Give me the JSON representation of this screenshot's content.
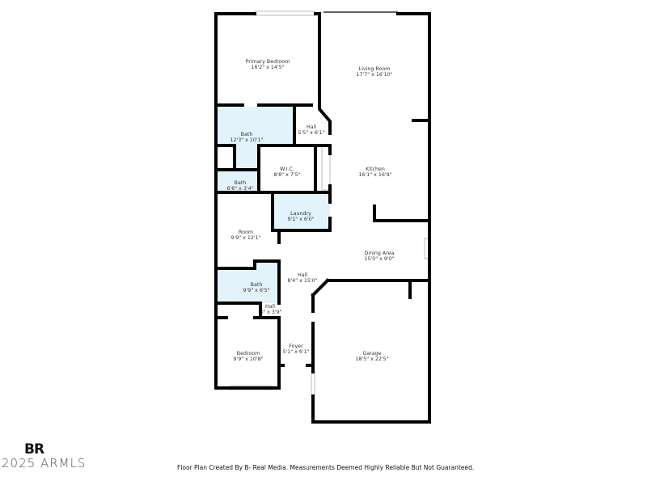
{
  "rooms": {
    "primary_bedroom": {
      "name": "Primary Bedroom",
      "size": "16'2\" x 14'5\""
    },
    "living_room": {
      "name": "Living Room",
      "size": "17'7\" x 16'10\""
    },
    "bath_primary": {
      "name": "Bath",
      "size": "12'3\" x 10'1\""
    },
    "hall_upper": {
      "name": "Hall",
      "size": "5'5\" x 6'1\""
    },
    "wic": {
      "name": "W.I.C.",
      "size": "8'8\" x 7'5\""
    },
    "kitchen": {
      "name": "Kitchen",
      "size": "16'1\" x 16'9\""
    },
    "bath_small": {
      "name": "Bath",
      "size": "6'6\" x 3'4\""
    },
    "laundry": {
      "name": "Laundry",
      "size": "9'1\" x 6'0\""
    },
    "room": {
      "name": "Room",
      "size": "9'9\" x 12'1\""
    },
    "dining": {
      "name": "Dining Area",
      "size": "15'0\" x 9'0\""
    },
    "hall_main": {
      "name": "Hall",
      "size": "8'4\" x 15'0\""
    },
    "bath_lower": {
      "name": "Bath",
      "size": "9'9\" x 6'5\""
    },
    "hall_small": {
      "name": "Hall",
      "size": "'3\" x 3'9\""
    },
    "bedroom": {
      "name": "Bedroom",
      "size": "9'9\" x 10'8\""
    },
    "foyer": {
      "name": "Foyer",
      "size": "5'1\" x 6'1\""
    },
    "garage": {
      "name": "Garage",
      "size": "18'5\" x 22'5\""
    }
  },
  "colors": {
    "wet_room_fill": "#e3f3fc",
    "wall": "#000000"
  },
  "logo": {
    "brand": "BR",
    "copyright": "2025 ARMLS"
  },
  "footer": "Floor Plan Created By B- Real Media. Measurements Deemed Highly Reliable But Not Guaranteed."
}
